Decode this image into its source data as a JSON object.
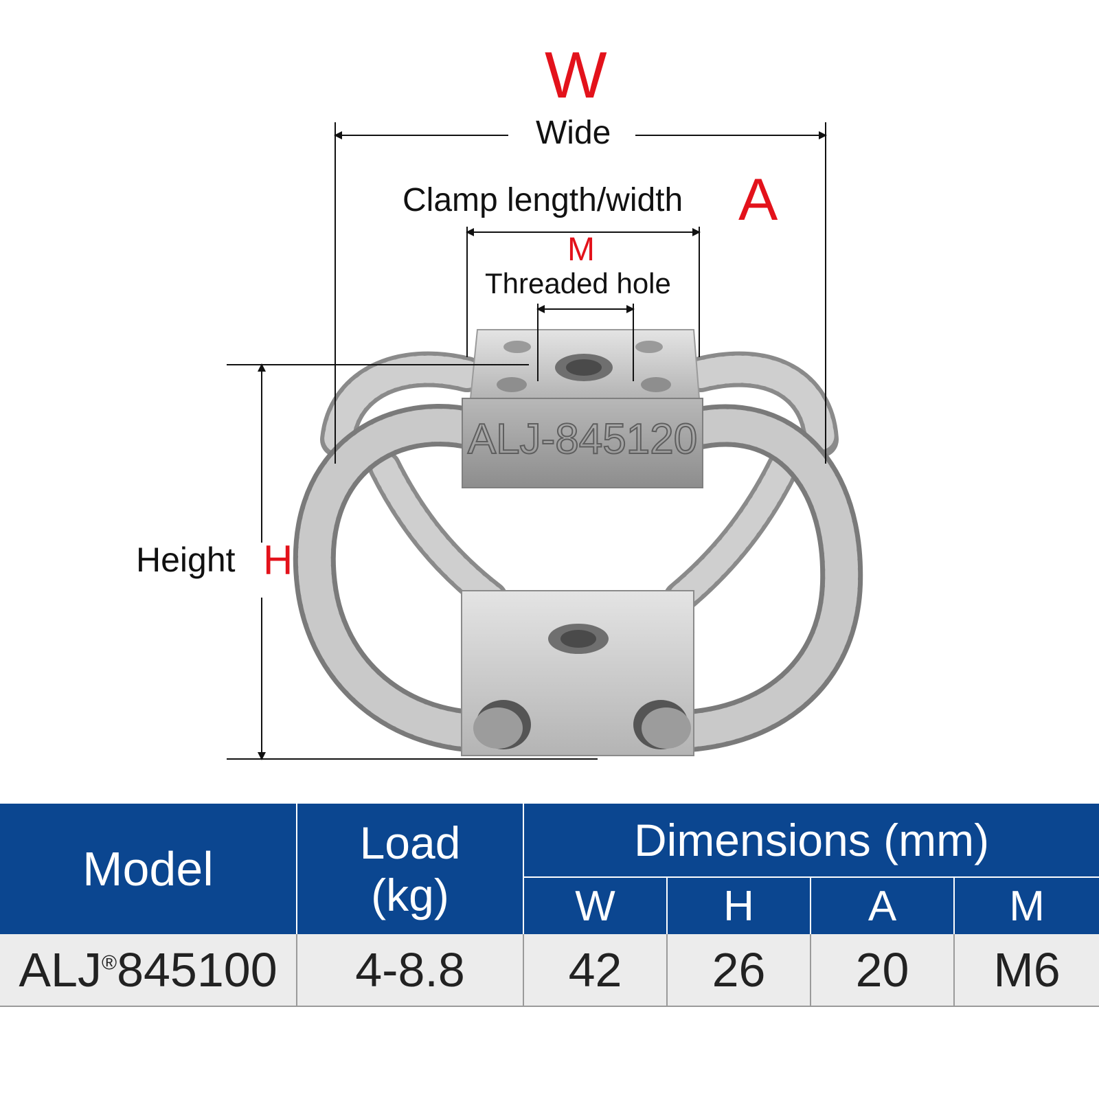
{
  "diagram": {
    "w_letter": "W",
    "wide_label": "Wide",
    "clamp_label": "Clamp length/width",
    "a_letter": "A",
    "m_letter": "M",
    "thread_label": "Threaded hole",
    "height_label": "Height",
    "h_letter": "H",
    "engraving": "ALJ-845120"
  },
  "table": {
    "col_model": "Model",
    "col_load_line1": "Load",
    "col_load_line2": "(kg)",
    "col_dimensions": "Dimensions (mm)",
    "sub_w": "W",
    "sub_h": "H",
    "sub_a": "A",
    "sub_m": "M",
    "row": {
      "model_prefix": "ALJ",
      "reg_mark": "®",
      "model_number": "845100",
      "load": "4-8.8",
      "w": "42",
      "h": "26",
      "a": "20",
      "m": "M6"
    }
  },
  "colors": {
    "accent_red": "#e3121b",
    "header_blue": "#0b4690",
    "row_gray": "#ececec"
  }
}
